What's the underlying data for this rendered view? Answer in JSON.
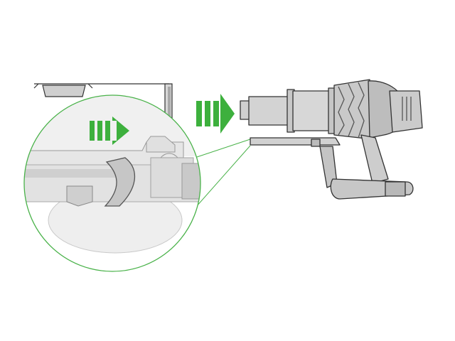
{
  "diagram": {
    "kind": "illustration",
    "subject": "handheld-vacuum-dock-insertion",
    "elements": {
      "dock_bracket": "wall-dock-bracket",
      "zoom_callout": "magnified-detail-circle",
      "push_arrow_detail": "triple-chevron-arrow-icon",
      "push_arrow_main": "triple-chevron-arrow-icon",
      "vacuum": "cordless-stick-vacuum-body"
    },
    "colors": {
      "arrow_green": "#3db03d",
      "callout_stroke": "#49b249",
      "outline": "#333333",
      "body_fill": "#d7d7d7",
      "body_dark": "#b3b3b3",
      "panel_light": "#eeeeee"
    }
  }
}
